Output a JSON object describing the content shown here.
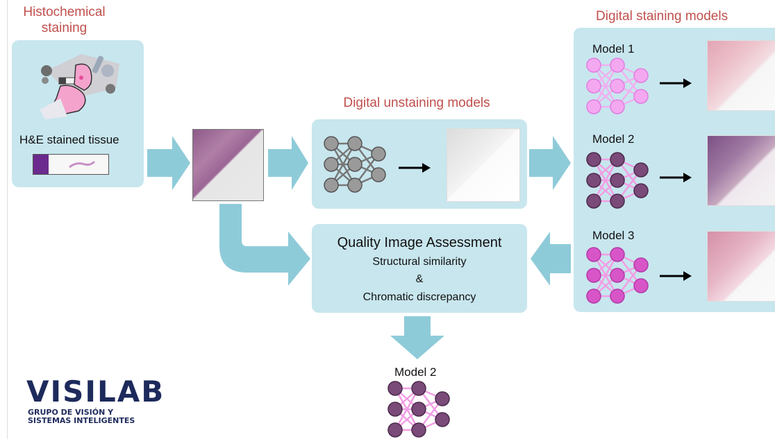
{
  "histochemical": {
    "title": "Histochemical staining",
    "tissue_label": "H&E stained tissue"
  },
  "unstaining": {
    "title": "Digital unstaining models"
  },
  "staining": {
    "title": "Digital staining models",
    "models": [
      "Model 1",
      "Model 2",
      "Model 3"
    ]
  },
  "quality": {
    "title": "Quality Image Assessment",
    "lines": [
      "Structural similarity",
      "&",
      "Chromatic discrepancy"
    ]
  },
  "result": {
    "label": "Model 2"
  },
  "logo": {
    "name": "VISILAB",
    "line1": "GRUPO DE VISIÓN Y",
    "line2": "SISTEMAS INTELIGENTES"
  },
  "colors": {
    "panel": "#c8e6ee",
    "arrow": "#8ecbd9",
    "title_red": "#c0504d",
    "gray_net": "#9a9a9a",
    "model1_net": "#f4a8f0",
    "model2_net": "#7a4a79",
    "model3_net": "#d855c8",
    "logo_navy": "#1d2a5b"
  }
}
